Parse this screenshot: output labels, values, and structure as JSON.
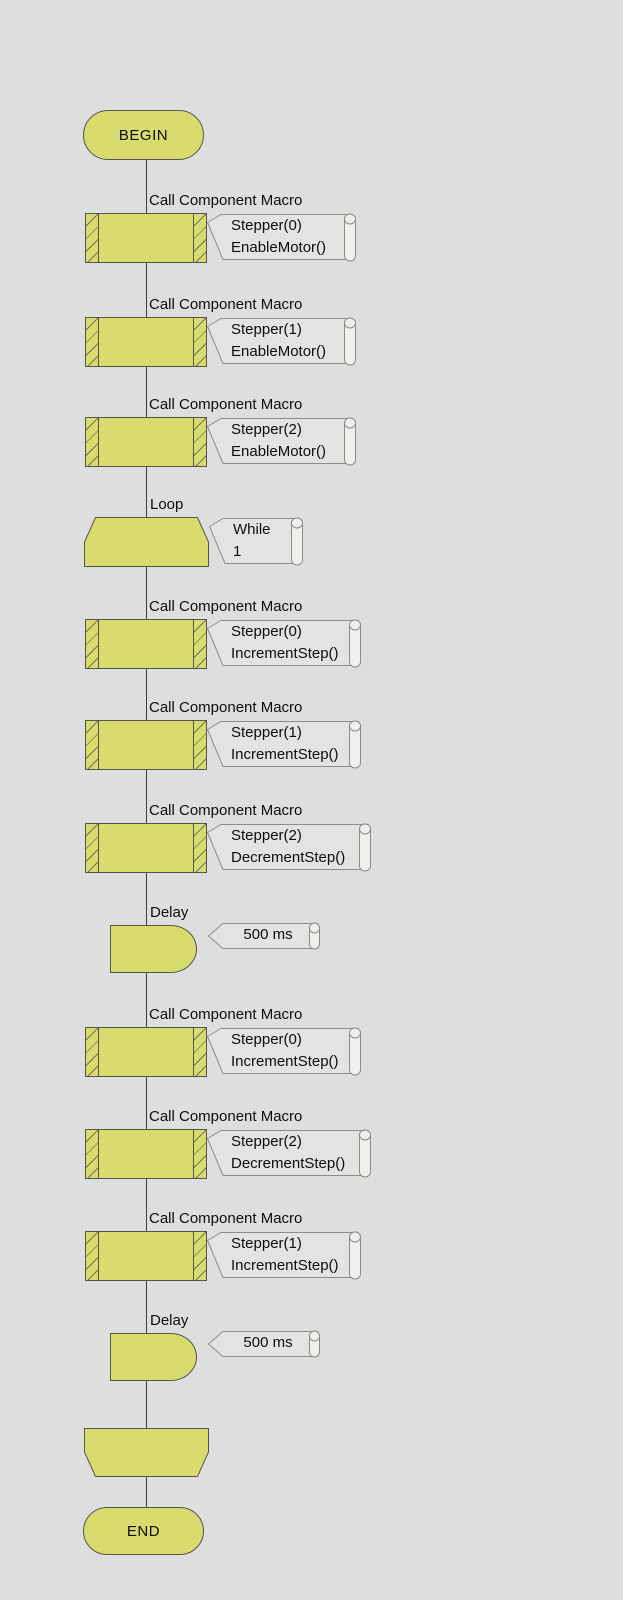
{
  "colors": {
    "background": "#dedede",
    "shape_fill": "#d8db6e",
    "shape_border": "#55554a",
    "hatch": "#73735a",
    "callout_fill": "#e3e3e1",
    "callout_border": "#8c8c8c",
    "pin_fill": "#efefec",
    "connector": "#3c3c3c",
    "text": "#0d0d0d"
  },
  "flowchart": {
    "description": "Flowcode-style stepper motor program flowchart",
    "nodes": [
      {
        "kind": "begin",
        "title": "BEGIN"
      },
      {
        "kind": "macro",
        "title": "Call Component Macro",
        "params": [
          "Stepper(0)",
          "EnableMotor()"
        ]
      },
      {
        "kind": "macro",
        "title": "Call Component Macro",
        "params": [
          "Stepper(1)",
          "EnableMotor()"
        ]
      },
      {
        "kind": "macro",
        "title": "Call Component Macro",
        "params": [
          "Stepper(2)",
          "EnableMotor()"
        ]
      },
      {
        "kind": "loop-start",
        "title": "Loop",
        "params": [
          "While",
          "1"
        ]
      },
      {
        "kind": "macro",
        "title": "Call Component Macro",
        "params": [
          "Stepper(0)",
          "IncrementStep()"
        ]
      },
      {
        "kind": "macro",
        "title": "Call Component Macro",
        "params": [
          "Stepper(1)",
          "IncrementStep()"
        ]
      },
      {
        "kind": "macro",
        "title": "Call Component Macro",
        "params": [
          "Stepper(2)",
          "DecrementStep()"
        ]
      },
      {
        "kind": "delay",
        "title": "Delay",
        "params": [
          "500 ms"
        ]
      },
      {
        "kind": "macro",
        "title": "Call Component Macro",
        "params": [
          "Stepper(0)",
          "IncrementStep()"
        ]
      },
      {
        "kind": "macro",
        "title": "Call Component Macro",
        "params": [
          "Stepper(2)",
          "DecrementStep()"
        ]
      },
      {
        "kind": "macro",
        "title": "Call Component Macro",
        "params": [
          "Stepper(1)",
          "IncrementStep()"
        ]
      },
      {
        "kind": "delay",
        "title": "Delay",
        "params": [
          "500 ms"
        ]
      },
      {
        "kind": "loop-end"
      },
      {
        "kind": "end",
        "title": "END"
      }
    ]
  }
}
